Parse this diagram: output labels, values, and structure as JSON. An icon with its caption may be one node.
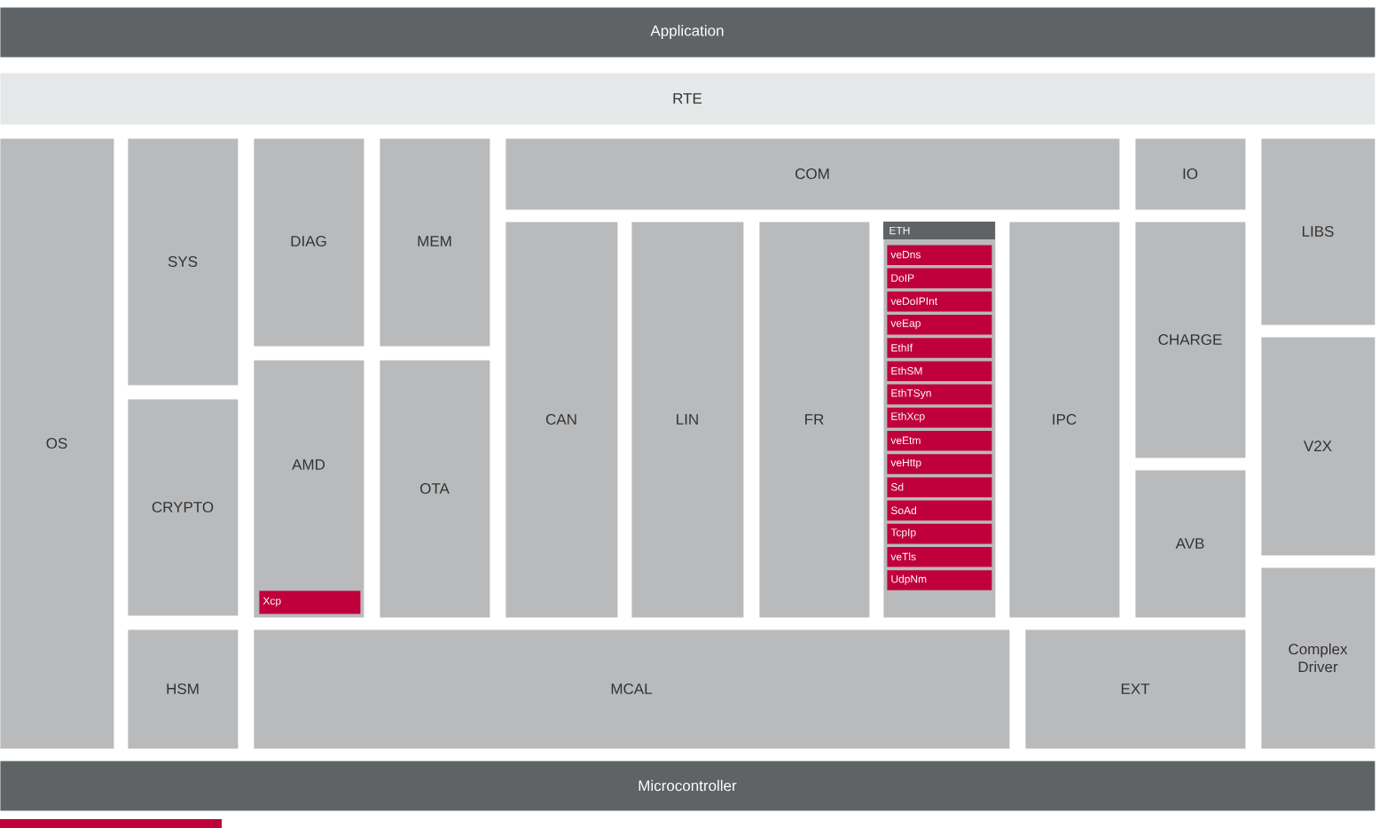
{
  "diagram": {
    "nodes": [
      {
        "text": [
          "Application"
        ]
      },
      {
        "text": [
          "RTE"
        ]
      },
      {
        "text": [
          "OS"
        ]
      },
      {
        "text": [
          "SYS"
        ]
      },
      {
        "text": [
          "DIAG"
        ]
      },
      {
        "text": [
          "MEM"
        ]
      },
      {
        "text": [
          "COM"
        ]
      },
      {
        "text": [
          "IO"
        ]
      },
      {
        "text": [
          "LIBS"
        ]
      },
      {
        "text": [
          "CAN"
        ]
      },
      {
        "text": [
          "LIN"
        ]
      },
      {
        "text": [
          "FR"
        ]
      },
      {
        "text": [
          "ETH"
        ]
      },
      {
        "text": [
          "veDns"
        ],
        "in": 12
      },
      {
        "text": [
          "DoIP"
        ],
        "in": 12
      },
      {
        "text": [
          "veDoIPInt"
        ],
        "in": 12
      },
      {
        "text": [
          "veEap"
        ],
        "in": 12
      },
      {
        "text": [
          "EthIf"
        ],
        "in": 12
      },
      {
        "text": [
          "EthSM"
        ],
        "in": 12
      },
      {
        "text": [
          "EthTSyn"
        ],
        "in": 12
      },
      {
        "text": [
          "EthXcp"
        ],
        "in": 12
      },
      {
        "text": [
          "veEtm"
        ],
        "in": 12
      },
      {
        "text": [
          "veHttp"
        ],
        "in": 12
      },
      {
        "text": [
          "Sd"
        ],
        "in": 12
      },
      {
        "text": [
          "SoAd"
        ],
        "in": 12
      },
      {
        "text": [
          "TcpIp"
        ],
        "in": 12
      },
      {
        "text": [
          "veTls"
        ],
        "in": 12
      },
      {
        "text": [
          "UdpNm"
        ],
        "in": 12
      },
      {
        "text": [
          "IPC"
        ]
      },
      {
        "text": [
          "CHARGE"
        ]
      },
      {
        "text": [
          "V2X"
        ]
      },
      {
        "text": [
          "AMD"
        ]
      },
      {
        "text": [
          "Xcp"
        ],
        "in": 31
      },
      {
        "text": [
          "OTA"
        ]
      },
      {
        "text": [
          "CRYPTO"
        ]
      },
      {
        "text": [
          "AVB"
        ]
      },
      {
        "text": [
          "Complex Driver"
        ]
      },
      {
        "text": [
          "HSM"
        ]
      },
      {
        "text": [
          "MCAL"
        ]
      },
      {
        "text": [
          "EXT"
        ]
      },
      {
        "text": [
          "Microcontroller"
        ]
      }
    ]
  }
}
